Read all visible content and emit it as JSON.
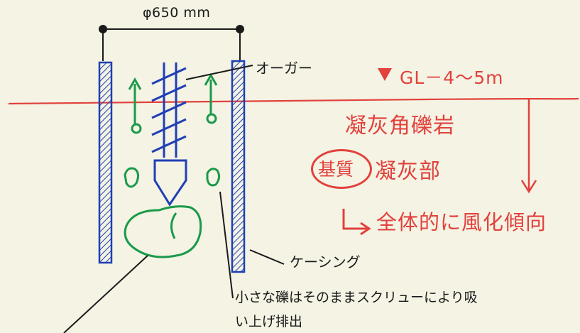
{
  "labels": {
    "dimension": "φ650 mm",
    "auger": "オーガー",
    "casing": "ケーシング",
    "small_gravel_line1": "小さな礫はそのままスクリューにより吸",
    "small_gravel_line2": "い上げ排出",
    "ground_level": "GL－4～5m",
    "rock_type": "凝灰角礫岩",
    "matrix_badge": "基質",
    "matrix_text": "凝灰部",
    "weathering": "全体的に風化傾向"
  },
  "colors": {
    "background": "#f4f3e4",
    "casing_blue": "#1f3fb5",
    "gravel_green": "#1a9a4a",
    "annotation_red": "#e2413c",
    "ink_black": "#1a1a1a"
  }
}
